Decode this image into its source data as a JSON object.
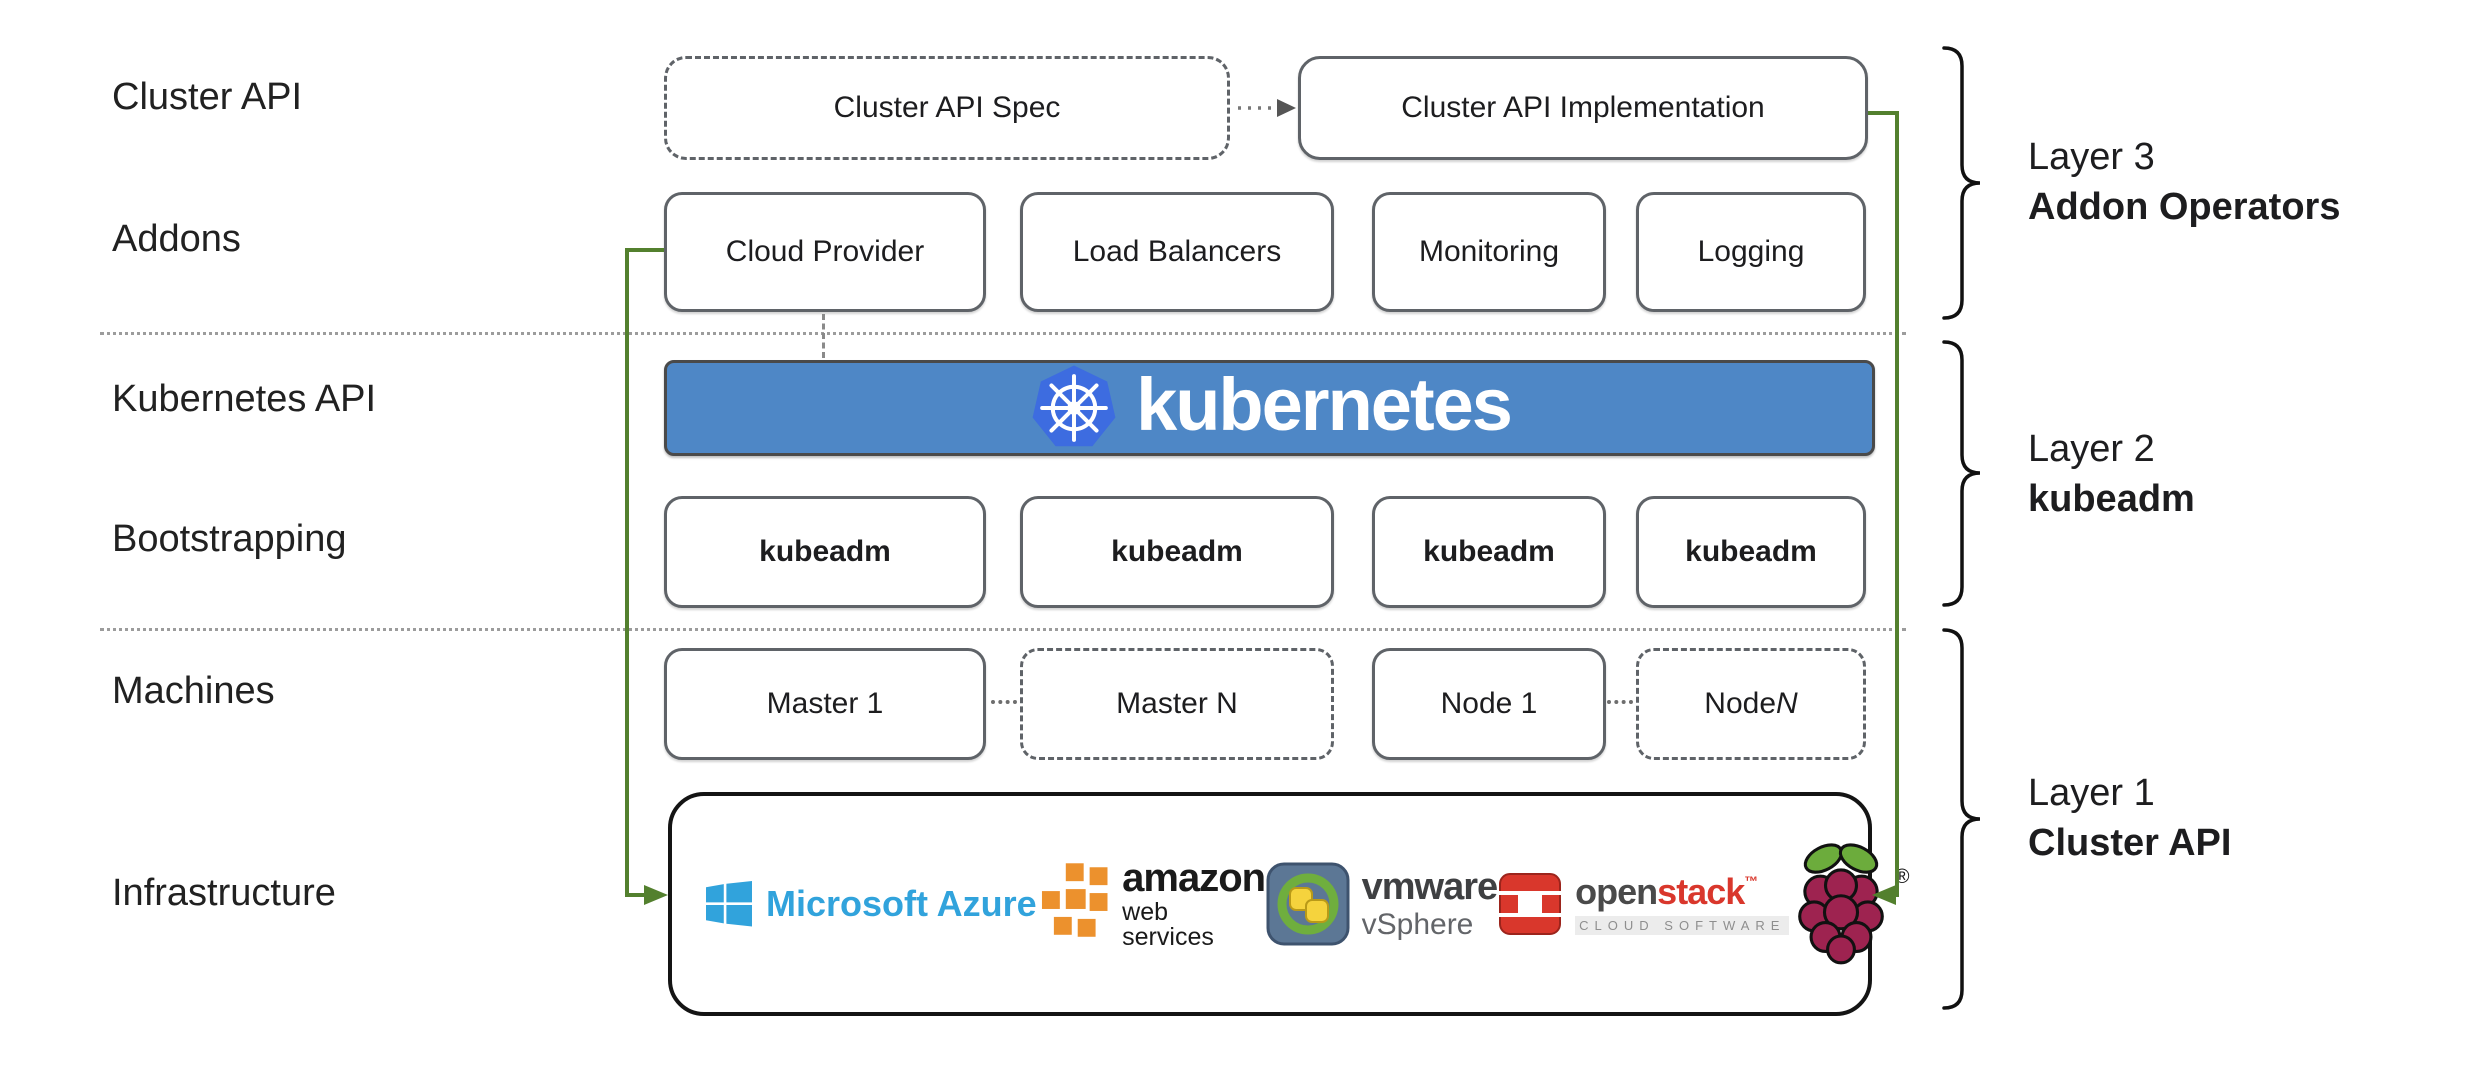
{
  "left_labels": [
    "Cluster API",
    "Addons",
    "Kubernetes API",
    "Bootstrapping",
    "Machines",
    "Infrastructure"
  ],
  "cluster_api_row": {
    "spec_label": "Cluster API Spec",
    "impl_label": "Cluster API Implementation"
  },
  "addons_row": [
    "Cloud Provider",
    "Load Balancers",
    "Monitoring",
    "Logging"
  ],
  "kubernetes_bar": {
    "text": "kubernetes"
  },
  "bootstrapping_row": [
    "kubeadm",
    "kubeadm",
    "kubeadm",
    "kubeadm"
  ],
  "machines_row": [
    {
      "text": "Master 1",
      "italic": ""
    },
    {
      "text": "Master N",
      "italic": ""
    },
    {
      "text": "Node 1",
      "italic": ""
    },
    {
      "text": "Node ",
      "italic": "N"
    }
  ],
  "infrastructure_logos": {
    "google_cloud": {
      "icon": "google-cloud-hexagon"
    },
    "azure": {
      "text": "Microsoft Azure"
    },
    "aws": {
      "line1": "amazon",
      "line2": "web services"
    },
    "vmware": {
      "line1": "vmware",
      "line2": "vSphere"
    },
    "openstack": {
      "part1": "open",
      "part2": "stack",
      "tm": "™",
      "subtitle": "CLOUD SOFTWARE"
    },
    "raspberry_pi": {
      "registered": "®"
    }
  },
  "layers": [
    {
      "title": "Layer 3",
      "subtitle": "Addon Operators"
    },
    {
      "title": "Layer 2",
      "subtitle": "kubeadm"
    },
    {
      "title": "Layer 1",
      "subtitle": "Cluster API"
    }
  ],
  "colors": {
    "kubernetes_bar_bg": "#4e87c6",
    "kubernetes_badge": "#3d6ce0",
    "connector_green": "#53802e",
    "box_border": "#5f6368",
    "azure_blue": "#31a3dc",
    "aws_orange": "#ec912d",
    "openstack_red": "#d9372c",
    "raspberry_crimson": "#9e2350",
    "leaf_green": "#6cac3c"
  }
}
